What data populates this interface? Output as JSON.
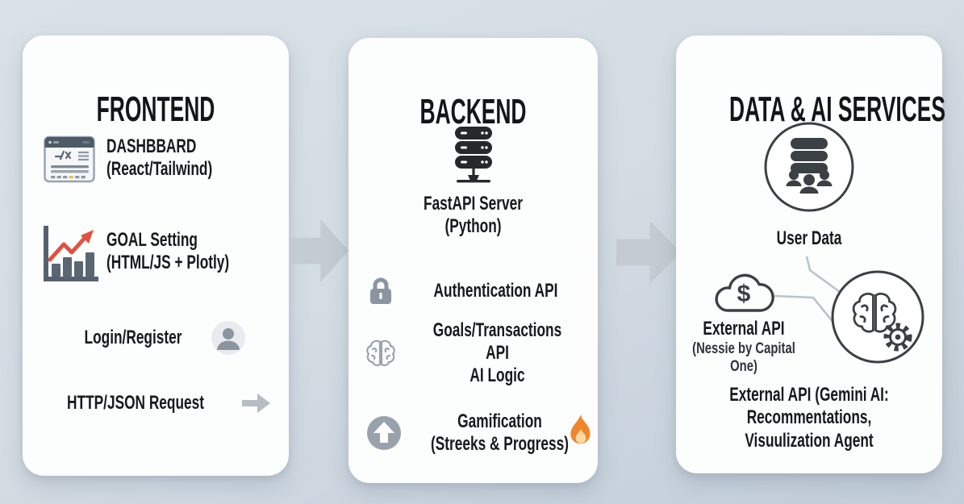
{
  "frontend": {
    "title": "FRONTEND",
    "dashboard_label": "DASHBBARD\n(React/Tailwind)",
    "goal_label": "GOAL Setting\n(HTML/JS + Plotly)",
    "login_label": "Login/Register",
    "http_label": "HTTP/JSON Request"
  },
  "backend": {
    "title": "BACKEND",
    "server_label": "FastAPI Server\n(Python)",
    "auth_label": "Authentication API",
    "goals_label": "Goals/Transactions API\nAI Logic",
    "gamification_label": "Gamification\n(Streeks & Progress)"
  },
  "data_ai": {
    "title": "DATA & AI SERVICES",
    "user_data_label": "User Data",
    "dollar_symbol": "$",
    "external_api_label": "External API",
    "external_api_sub": "(Nessie by Capital One)",
    "gemini_label": "External API (Gemini AI:\nRecommentations,\nVisuulization Agent"
  },
  "colors": {
    "ink": "#16181b",
    "icon_gray": "#8b95a1",
    "dark_icon": "#3b4045",
    "accent_red": "#df5240",
    "flame_orange": "#f0862c",
    "flow_arrow_gray": "#c4cbd2",
    "connector_gray": "#b9c3cd",
    "panel_bg": "#fcfdfd"
  }
}
